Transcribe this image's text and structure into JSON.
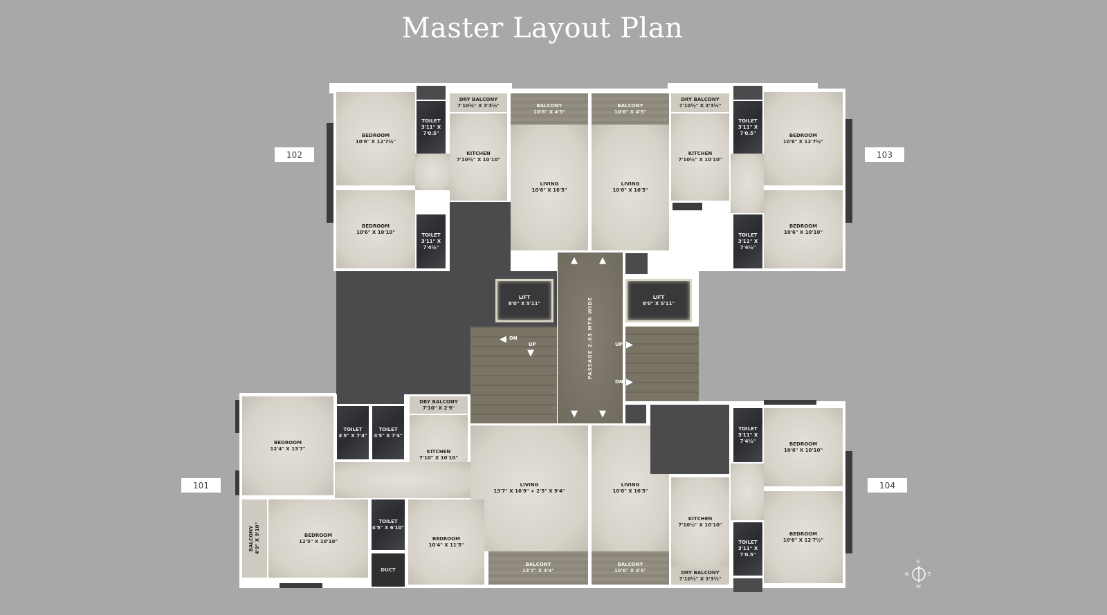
{
  "title": "Master Layout Plan",
  "units": {
    "u101": {
      "label": "101"
    },
    "u102": {
      "label": "102"
    },
    "u103": {
      "label": "103"
    },
    "u104": {
      "label": "104"
    }
  },
  "rooms": {
    "r102_bed1": {
      "name": "BEDROOM",
      "dims": "10'6\" X 12'7½\""
    },
    "r102_toilet1": {
      "name": "TOILET",
      "dims": "3'11\" X 7'0.5\""
    },
    "r102_drybal": {
      "name": "DRY BALCONY",
      "dims": "7'10½\" X 3'3½\""
    },
    "r102_kitchen": {
      "name": "KITCHEN",
      "dims": "7'10½\" X 10'10\""
    },
    "r102_balcony": {
      "name": "BALCONY",
      "dims": "10'6\" X 4'5\""
    },
    "r102_living": {
      "name": "LIVING",
      "dims": "10'6\" X 16'5\""
    },
    "r102_bed2": {
      "name": "BEDROOM",
      "dims": "10'6\" X 10'10\""
    },
    "r102_toilet2": {
      "name": "TOILET",
      "dims": "3'11\" X 7'4½\""
    },
    "r103_balcony": {
      "name": "BALCONY",
      "dims": "10'6\" X 4'5\""
    },
    "r103_living": {
      "name": "LIVING",
      "dims": "10'6\" X 16'5\""
    },
    "r103_drybal": {
      "name": "DRY BALCONY",
      "dims": "7'10½\" X 3'3½\""
    },
    "r103_kitchen": {
      "name": "KITCHEN",
      "dims": "7'10½\" X 10'10\""
    },
    "r103_toilet1": {
      "name": "TOILET",
      "dims": "3'11\" X 7'0.5\""
    },
    "r103_bed1": {
      "name": "BEDROOM",
      "dims": "10'6\" X 12'7½\""
    },
    "r103_bed2": {
      "name": "BEDROOM",
      "dims": "10'6\" X 10'10\""
    },
    "r103_toilet2": {
      "name": "TOILET",
      "dims": "3'11\" X 7'4½\""
    },
    "lift1": {
      "name": "LIFT",
      "dims": "8'0\" X 5'11\""
    },
    "lift2": {
      "name": "LIFT",
      "dims": "8'0\" X 5'11\""
    },
    "passage": {
      "name": "PASSAGE 2.65 MTR WIDE",
      "dims": ""
    },
    "r101_bed1": {
      "name": "BEDROOM",
      "dims": "12'4\" X 13'7\""
    },
    "r101_toilet1": {
      "name": "TOILET",
      "dims": "4'5\" X 7'4\""
    },
    "r101_toilet2": {
      "name": "TOILET",
      "dims": "4'5\" X 7'4\""
    },
    "r101_drybal": {
      "name": "DRY BALCONY",
      "dims": "7'10\" X 2'9\""
    },
    "r101_kitchen": {
      "name": "KITCHEN",
      "dims": "7'10\" X 10'10\""
    },
    "r101_living": {
      "name": "LIVING",
      "dims": "13'7\" X 16'9\" + 2'5\" X 9'4\""
    },
    "r101_balcony": {
      "name": "BALCONY",
      "dims": "13'7\" X 4'4\""
    },
    "r101_sidebal": {
      "name": "BALCONY",
      "dims": "4'9\" X 9'10\""
    },
    "r101_bed2": {
      "name": "BEDROOM",
      "dims": "12'5\" X 10'10\""
    },
    "r101_toilet3": {
      "name": "TOILET",
      "dims": "4'5\" X 6'10\""
    },
    "r101_duct": {
      "name": "DUCT",
      "dims": ""
    },
    "r101_bed3": {
      "name": "BEDROOM",
      "dims": "10'4\" X 11'5\""
    },
    "r104_living": {
      "name": "LIVING",
      "dims": "10'6\" X 16'5\""
    },
    "r104_balcony": {
      "name": "BALCONY",
      "dims": "10'6\" X 4'5\""
    },
    "r104_kitchen": {
      "name": "KITCHEN",
      "dims": "7'10½\" X 10'10\""
    },
    "r104_drybal": {
      "name": "DRY BALCONY",
      "dims": "7'10½\" X 3'3½\""
    },
    "r104_toilet1": {
      "name": "TOILET",
      "dims": "3'11\" X 7'4½\""
    },
    "r104_bed1": {
      "name": "BEDROOM",
      "dims": "10'6\" X 10'10\""
    },
    "r104_bed2": {
      "name": "BEDROOM",
      "dims": "10'6\" X 12'7½\""
    },
    "r104_toilet2": {
      "name": "TOILET",
      "dims": "3'11\" X 7'0.5\""
    }
  },
  "stairs": {
    "up": "UP",
    "dn": "DN"
  },
  "compass": {
    "n": "N",
    "e": "E",
    "s": "S",
    "w": "W"
  },
  "colors": {
    "background": "#a8a8a8",
    "dark_area": "#4b4b4d",
    "passage": "#7d786b",
    "toilet": "#2f3034"
  }
}
